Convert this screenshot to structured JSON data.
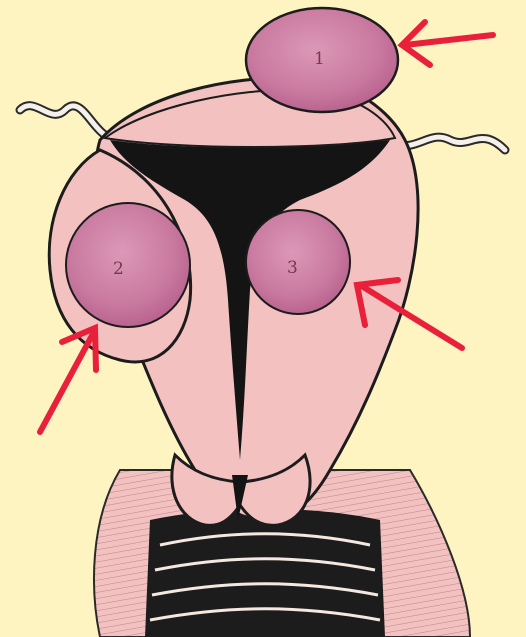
{
  "labels": {
    "fibroid_1": "1",
    "fibroid_2": "2",
    "fibroid_3": "3"
  },
  "colors": {
    "background": "#fdf4c2",
    "tissue": "#f2c1c0",
    "tissue_dark": "#e4a5a8",
    "fibroid": "#c9799f",
    "fibroid_light": "#dc98b8",
    "cavity": "#141414",
    "arrow": "#e8203a",
    "ink": "#1c1c1c"
  }
}
